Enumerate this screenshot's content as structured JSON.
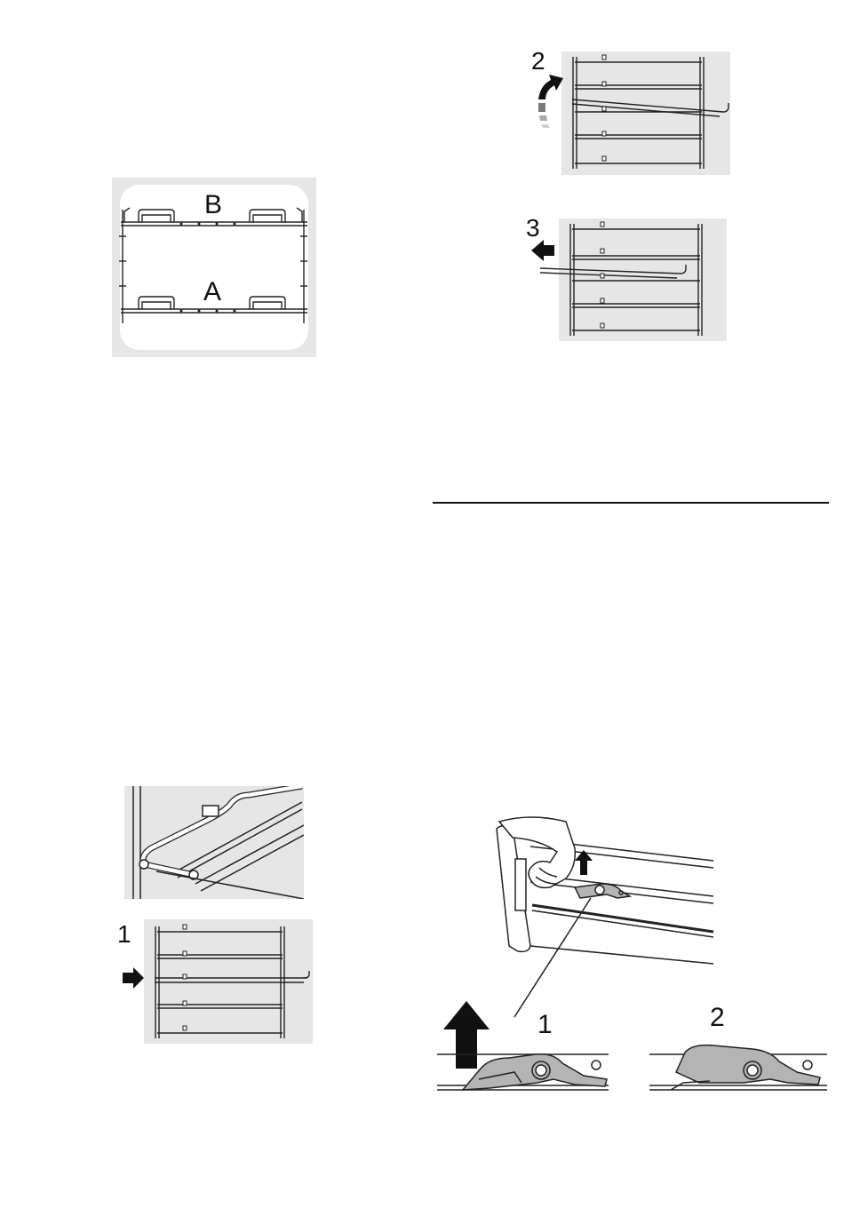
{
  "figures": {
    "shelf_ab": {
      "label_b": "B",
      "label_a": "A"
    },
    "step1": {
      "number": "1"
    },
    "step2": {
      "number": "2"
    },
    "step3": {
      "number": "3"
    },
    "latch": {
      "label_1": "1",
      "label_2": "2"
    }
  },
  "colors": {
    "panel": "#e6e6e6",
    "line": "#222222",
    "latch_fill": "#b4b4b4"
  }
}
